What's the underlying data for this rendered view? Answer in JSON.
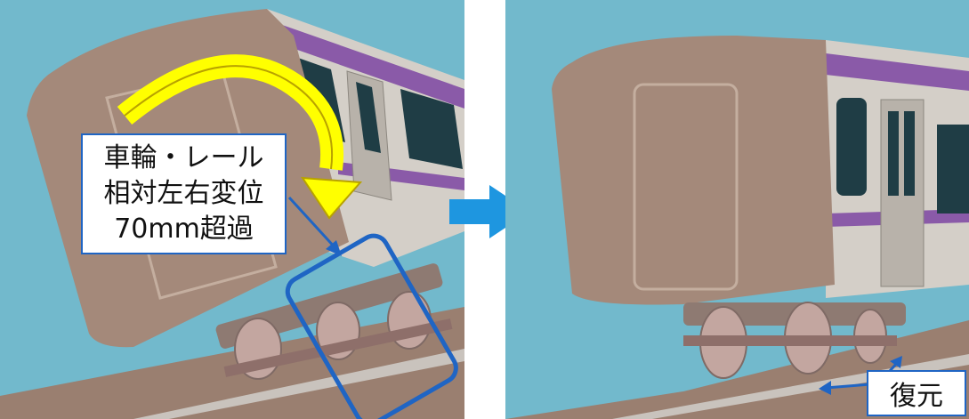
{
  "left_panel": {
    "callout_lines": [
      "車輪・レール",
      "相対左右変位",
      "70mm超過"
    ]
  },
  "right_panel": {
    "label": "復元"
  },
  "colors": {
    "sky": "#72b9cc",
    "car_body": "#a4897a",
    "stripe": "#8a5aa8",
    "rotation_arrow": "#ffff00",
    "highlight": "#1f65c4",
    "transition_arrow": "#1e96e0"
  }
}
